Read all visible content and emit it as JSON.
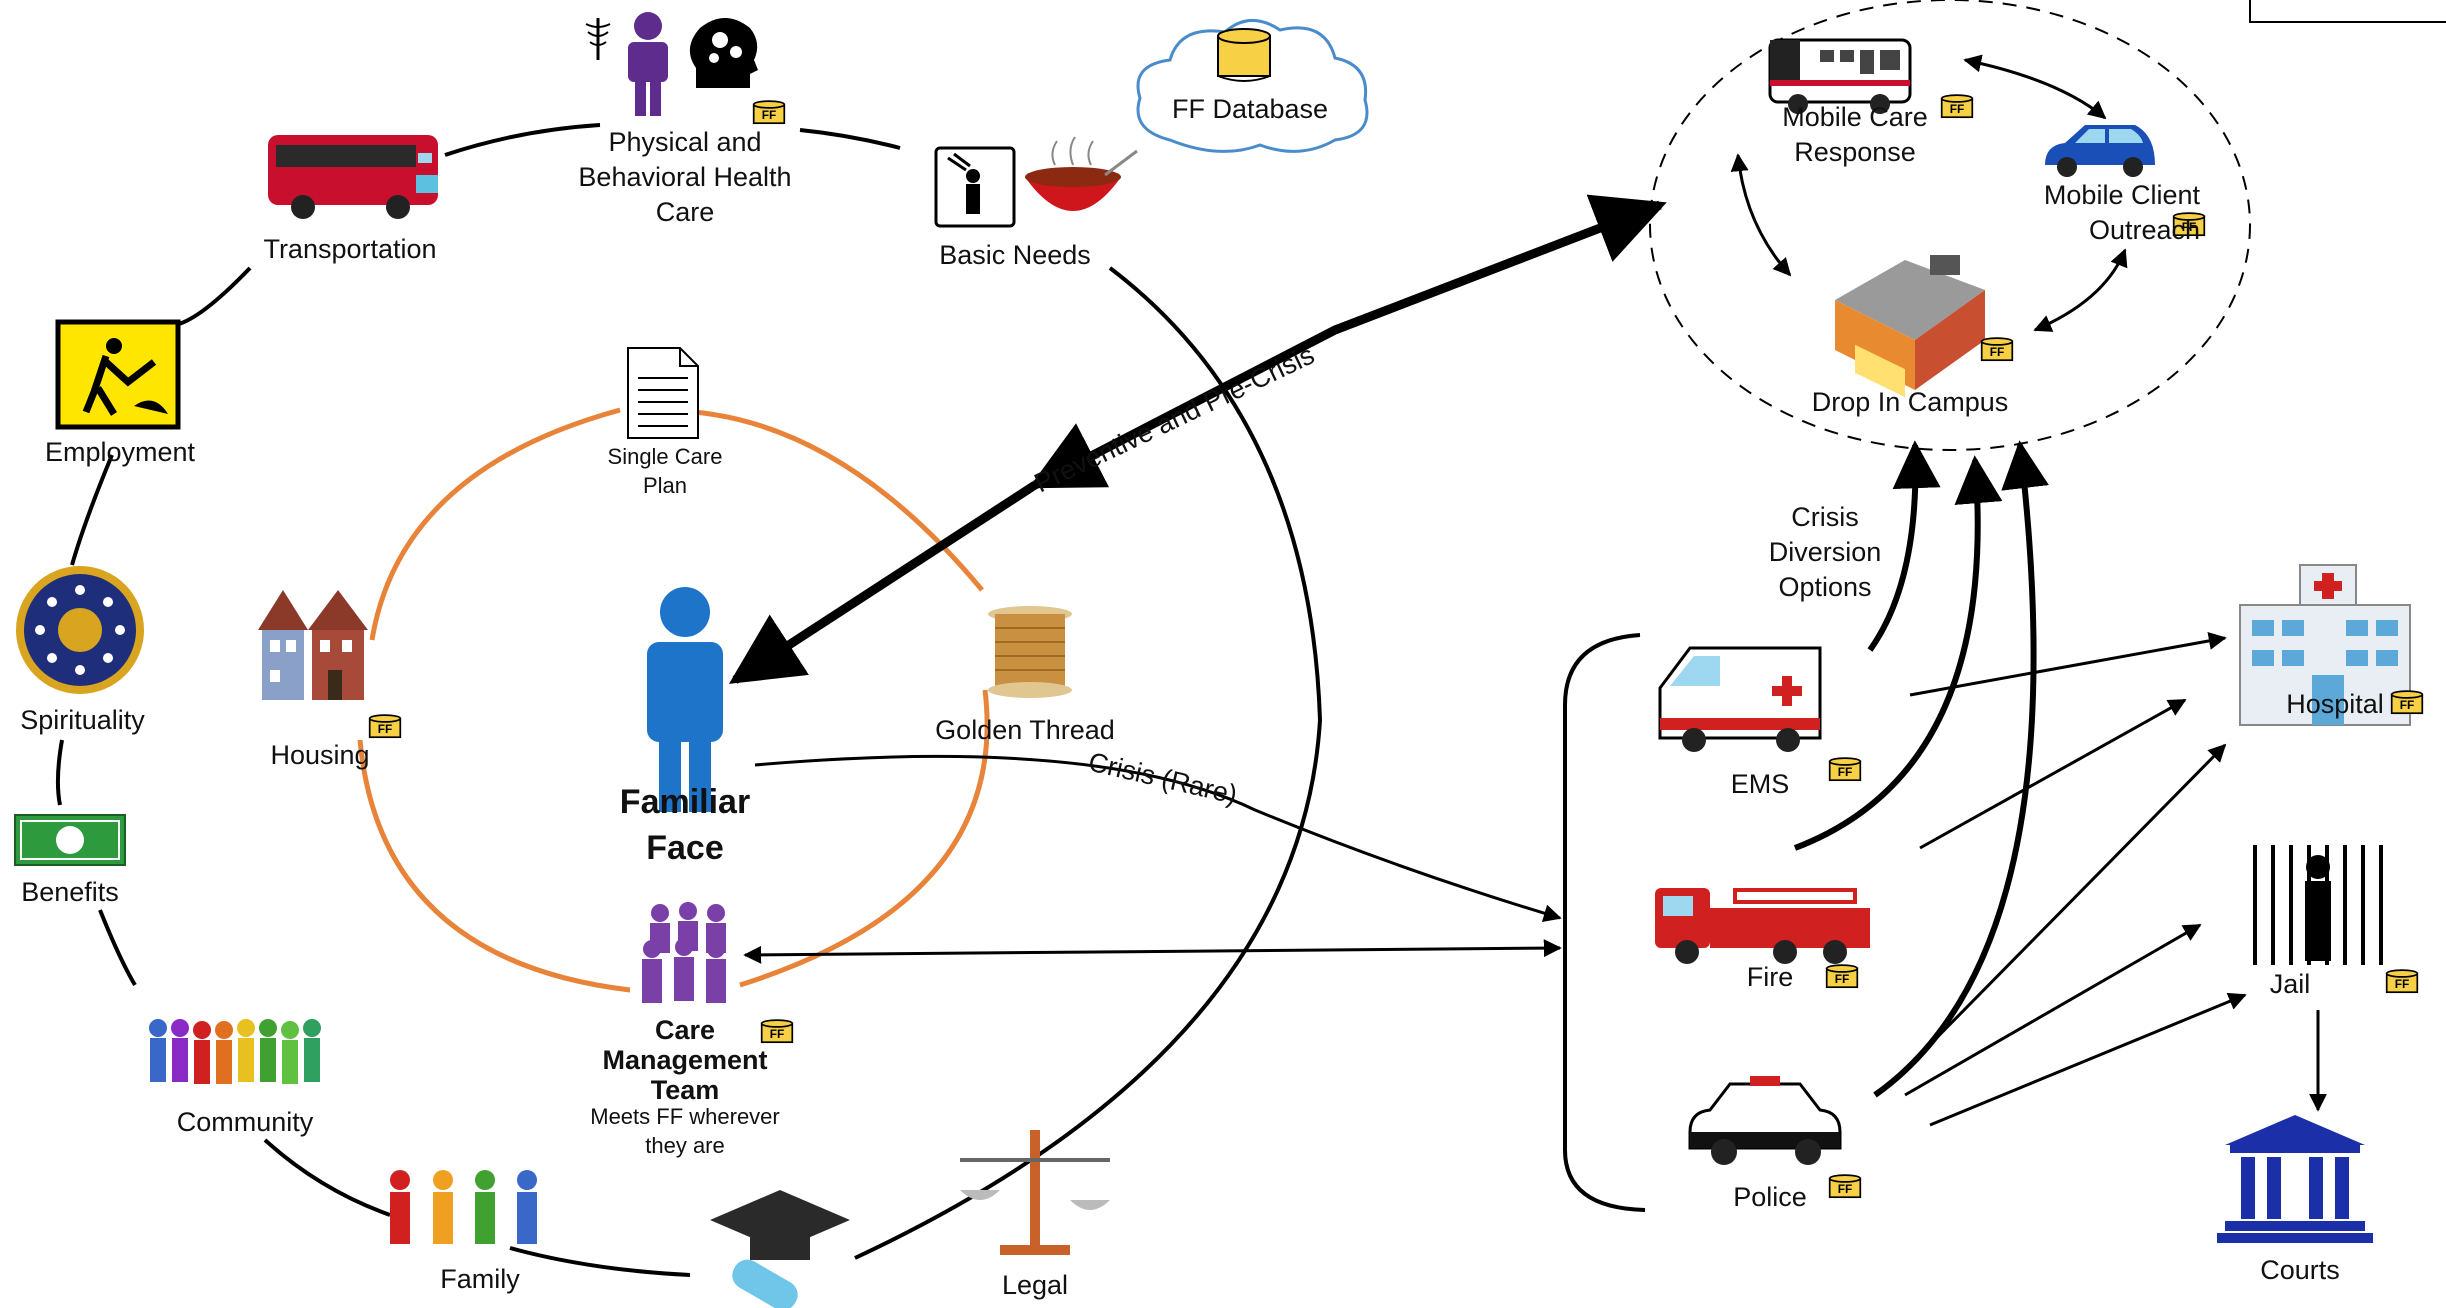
{
  "center": {
    "title_line1": "Familiar",
    "title_line2": "Face"
  },
  "care_plan": {
    "line1": "Single Care",
    "line2": "Plan"
  },
  "golden_thread": "Golden Thread",
  "care_team": {
    "line1": "Care",
    "line2": "Management",
    "line3": "Team",
    "note1": "Meets FF wherever",
    "note2": "they are"
  },
  "housing": "Housing",
  "services": {
    "transportation": "Transportation",
    "health_line1": "Physical and",
    "health_line2": "Behavioral Health",
    "health_line3": "Care",
    "basic_needs": "Basic Needs",
    "database": "FF Database",
    "employment": "Employment",
    "spirituality": "Spirituality",
    "benefits": "Benefits",
    "community": "Community",
    "family": "Family",
    "legal": "Legal"
  },
  "diversion": {
    "mobile_care_line1": "Mobile Care",
    "mobile_care_line2": "Response",
    "mobile_outreach_line1": "Mobile Client",
    "mobile_outreach_line2": "Outreach",
    "drop_in": "Drop In Campus"
  },
  "arrows": {
    "preventive": "Preventive and Pre-Crisis",
    "crisis": "Crisis (Rare)",
    "diversion_line1": "Crisis",
    "diversion_line2": "Diversion",
    "diversion_line3": "Options"
  },
  "responders": {
    "ems": "EMS",
    "fire": "Fire",
    "police": "Police"
  },
  "outcomes": {
    "hospital": "Hospital",
    "jail": "Jail",
    "courts": "Courts"
  },
  "badge_text": "FF",
  "icons": [
    "caduceus-icon",
    "person-icon",
    "brain-gears-icon",
    "bus-icon",
    "shower-icon",
    "soup-bowl-icon",
    "database-icon",
    "worker-icon",
    "religions-seal-icon",
    "money-icon",
    "community-people-icon",
    "family-people-icon",
    "graduation-cap-icon",
    "scales-of-justice-icon",
    "document-icon",
    "thread-spool-icon",
    "house-icon",
    "care-team-icon",
    "rv-icon",
    "car-icon",
    "building-icon",
    "ambulance-icon",
    "fire-truck-icon",
    "police-car-icon",
    "hospital-icon",
    "jail-icon",
    "courthouse-icon"
  ],
  "colors": {
    "orange_ring": "#E8843A",
    "person_blue": "#1E74C8",
    "team_purple": "#7B3FA8",
    "badge_yellow": "#F7D046",
    "line": "#000000"
  }
}
